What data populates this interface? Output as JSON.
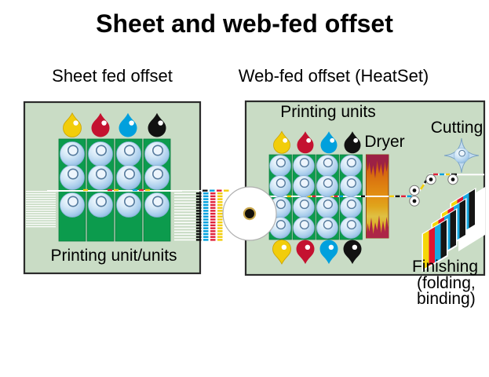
{
  "title": "Sheet and web-fed offset",
  "left_panel": {
    "title": "Sheet fed offset",
    "caption": "Printing unit/units",
    "ink_drops": [
      "yellow",
      "red",
      "cyan",
      "black"
    ],
    "cylinder_grid": "4 columns x 3 rows",
    "input": "blank sheet stack",
    "output": "printed sheet stack with CMYK edges"
  },
  "right_panel": {
    "title": "Web-fed offset (HeatSet)",
    "labels": {
      "printing_units": "Printing units",
      "dryer": "Dryer",
      "cutting": "Cutting",
      "finishing": "Finishing",
      "finishing_note_line1": "(folding,",
      "finishing_note_line2": "binding)"
    },
    "ink_drops_top": [
      "yellow",
      "red",
      "cyan",
      "black"
    ],
    "ink_pins_bottom": [
      "yellow",
      "red",
      "cyan",
      "black"
    ],
    "cylinder_grid": "4 columns x 4 rows",
    "input": "paper roll (web)",
    "flow": [
      "paper roll",
      "printing units",
      "dryer",
      "rollers",
      "cutting",
      "finishing"
    ]
  },
  "colors": {
    "panel_bg": "#c9dcc5",
    "panel_border": "#2b2b2b",
    "unit_green": "#0c9b4d",
    "cylinder_blue": "#b6d6ef",
    "ink_yellow": "#f2cd0a",
    "ink_red": "#c41230",
    "ink_cyan": "#00a0dd",
    "ink_black": "#111111",
    "dryer_orange": "#dd7d10",
    "dryer_flame": "#9c2144",
    "web_white": "#ffffff"
  }
}
